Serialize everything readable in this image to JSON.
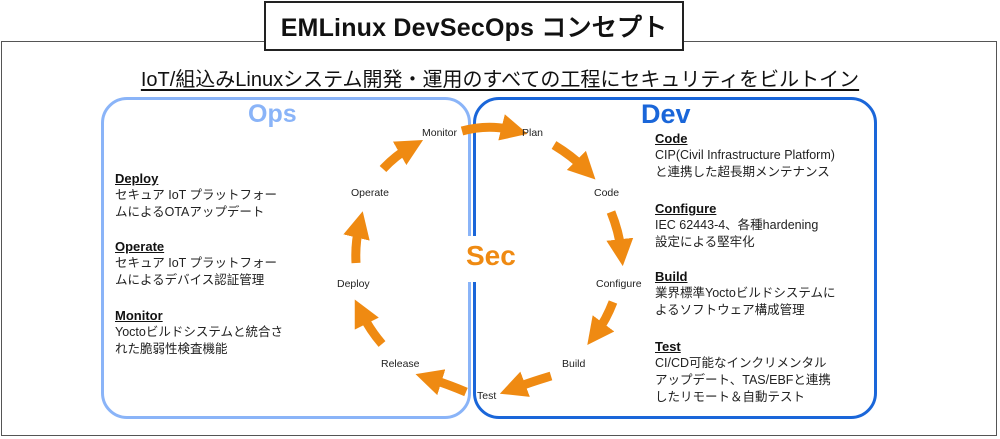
{
  "title": "EMLinux DevSecOps コンセプト",
  "subtitle": "IoT/組込みLinuxシステム開発・運用のすべての工程にセキュリティをビルトイン",
  "colors": {
    "ops": "#8ab4f8",
    "dev": "#1a66d9",
    "sec": "#ef8a12",
    "arrow": "#ef8a12"
  },
  "sections": {
    "ops": "Ops",
    "dev": "Dev",
    "sec": "Sec"
  },
  "cycle": {
    "stages": [
      "Plan",
      "Code",
      "Configure",
      "Build",
      "Test",
      "Release",
      "Deploy",
      "Operate",
      "Monitor"
    ],
    "direction": "clockwise"
  },
  "ops_items": [
    {
      "heading": "Deploy",
      "text": "セキュア IoT プラットフォー\nムによるOTAアップデート"
    },
    {
      "heading": "Operate",
      "text": "セキュア IoT プラットフォー\nムによるデバイス認証管理"
    },
    {
      "heading": "Monitor",
      "text": "Yoctoビルドシステムと統合さ\nれた脆弱性検査機能"
    }
  ],
  "dev_items": [
    {
      "heading": "Code",
      "text": "CIP(Civil Infrastructure Platform)\nと連携した超長期メンテナンス"
    },
    {
      "heading": "Configure",
      "text": "IEC 62443-4、各種hardening\n設定による堅牢化"
    },
    {
      "heading": "Build",
      "text": "業界標準Yoctoビルドシステムに\nよるソフトウェア構成管理"
    },
    {
      "heading": "Test",
      "text": "CI/CD可能なインクリメンタル\nアップデート、TAS/EBFと連携\nしたリモート＆自動テスト"
    }
  ]
}
